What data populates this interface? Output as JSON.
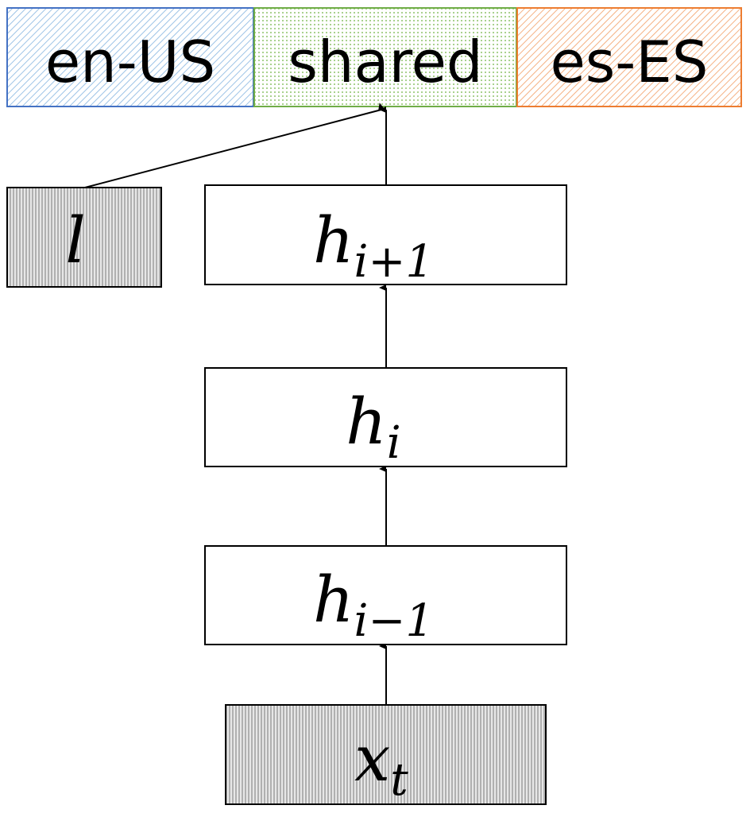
{
  "output_layer": {
    "segments": [
      {
        "id": "en-us",
        "label": "en-US",
        "color": "#4472C4",
        "hatch": "#9DC3E6"
      },
      {
        "id": "shared",
        "label": "shared",
        "color": "#70AD47",
        "hatch": "#A9D18E"
      },
      {
        "id": "es-es",
        "label": "es-ES",
        "color": "#ED7D31",
        "hatch": "#F4B183"
      }
    ]
  },
  "nodes": {
    "language_input": {
      "symbol": "l"
    },
    "h_next": {
      "symbol": "h",
      "sub": "i+1"
    },
    "h_cur": {
      "symbol": "h",
      "sub": "i"
    },
    "h_prev": {
      "symbol": "h",
      "sub": "i−1"
    },
    "x_input": {
      "symbol": "x",
      "sub": "t"
    }
  },
  "colors": {
    "stroke": "#000000",
    "input_hatch": "#8C8C8C",
    "input_fill": "#E7E7E7"
  }
}
